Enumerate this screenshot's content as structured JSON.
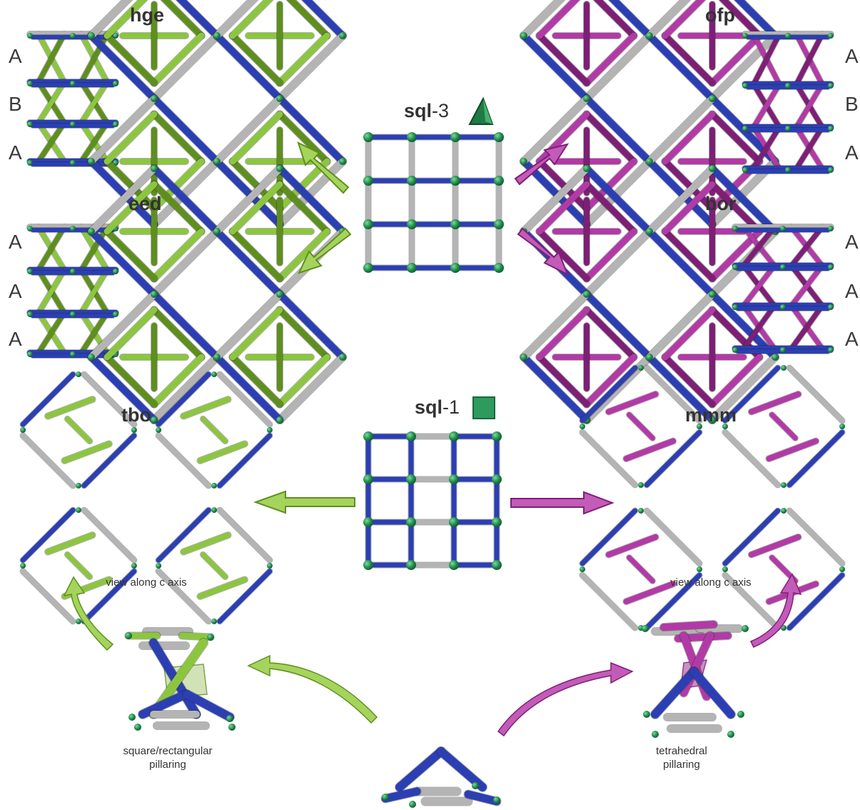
{
  "labels": {
    "hge": "hge",
    "eed": "eed",
    "ofp": "ofp",
    "bor": "bor",
    "tbo": "tbo",
    "mmm": "mmm",
    "sql3_bold": "sql",
    "sql3_rest": "-3",
    "sql1_bold": "sql",
    "sql1_rest": "-1",
    "hge_stack": [
      "A",
      "B",
      "A"
    ],
    "eed_stack": [
      "A",
      "A",
      "A"
    ],
    "ofp_stack": [
      "A",
      "B",
      "A"
    ],
    "bor_stack": [
      "A",
      "A",
      "A"
    ],
    "view_tbo": "view  along c  axis",
    "view_mmm": "view  along c  axis",
    "square_pillaring": [
      "square/rectangular",
      "pillaring"
    ],
    "tetra_pillaring": [
      "tetrahedral",
      "pillaring"
    ]
  },
  "colors": {
    "green": "#8cc63f",
    "green_dark": "#5e8f1e",
    "magenta": "#b23aa6",
    "magenta_dark": "#7e1f76",
    "blue": "#2b3fb3",
    "grey": "#b4b4b4",
    "node": "#1f8a4a",
    "sql_square": "#2e9a5e",
    "sql_triangle": "#1f7a45"
  }
}
